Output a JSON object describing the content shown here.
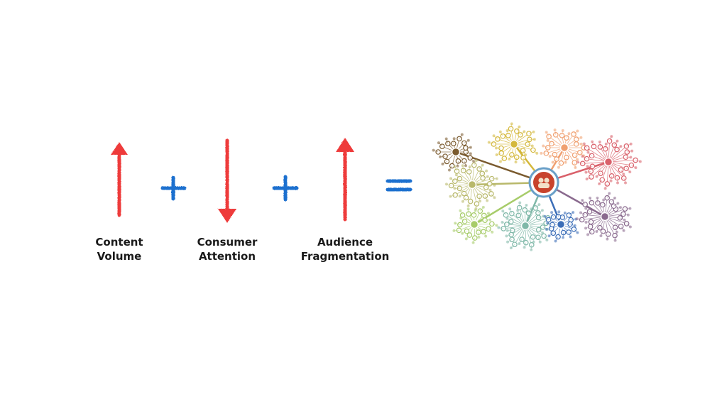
{
  "equation": {
    "terms": [
      {
        "name": "content-volume",
        "line1": "Content",
        "line2": "Volume",
        "direction": "up"
      },
      {
        "name": "consumer-attention",
        "line1": "Consumer",
        "line2": "Attention",
        "direction": "down"
      },
      {
        "name": "audience-fragmentation",
        "line1": "Audience",
        "line2": "Fragmentation",
        "direction": "up"
      }
    ],
    "operators": [
      "+",
      "+",
      "="
    ],
    "colors": {
      "arrow": "#ee3b3b",
      "operator": "#1f6fcf",
      "label": "#1a1a1a"
    }
  },
  "network": {
    "cluster_colors": [
      "#7a5a2e",
      "#d4b83c",
      "#f0a070",
      "#d9606a",
      "#b8b86a",
      "#a7cc6a",
      "#7fb8a8",
      "#3c6eb8",
      "#8a6a8e"
    ],
    "hub_color": "#c8432c"
  }
}
